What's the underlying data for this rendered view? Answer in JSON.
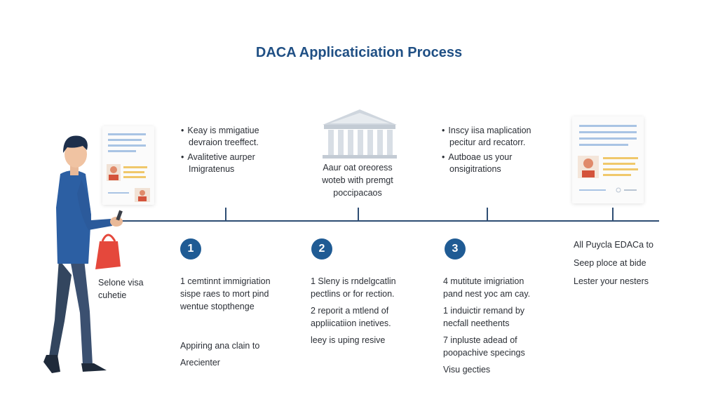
{
  "title": "DACA Applicaticiation Process",
  "top_left_bullets": [
    "Keay is mmigatiue",
    "devraion treeffect.",
    "Avalitetive aurper",
    "Imigratenus"
  ],
  "center_caption": [
    "Aaur oat oreoress",
    "woteb with premgt",
    "poccipacaos"
  ],
  "top_right_bullets": [
    "Inscy iisa maplication",
    "pecitur ard recatorr.",
    "Autboae us your",
    "onsigitrations"
  ],
  "steps": [
    {
      "number": "1",
      "lines_a": [
        "1 cemtinnt immigriation",
        "sispe raes to mort pind",
        "wentue stopthenge"
      ],
      "lines_b": [
        "Appiring ana clain to",
        "Arecienter"
      ]
    },
    {
      "number": "2",
      "lines_a": [
        "1 Sleny is rndelgcatlin",
        "pectlins or for rection."
      ],
      "lines_b": [
        "2 reporit a mtlend of",
        "appliicatiion inetives."
      ],
      "lines_c": [
        "leey is uping resive"
      ]
    },
    {
      "number": "3",
      "lines_a": [
        "4 mutitute imigriation",
        "pand nest yoc am cay."
      ],
      "lines_b": [
        "1 induictir remand by",
        "necfall neethents"
      ],
      "lines_c": [
        "7 inpluste adead of",
        "poopachive specings"
      ],
      "lines_d": [
        "Visu gecties"
      ]
    }
  ],
  "left_text": [
    "Selone visa",
    "cuhetie"
  ],
  "final_text": [
    "All Puycla EDACa to",
    "Seep ploce at bide",
    "Lester your nesters"
  ],
  "colors": {
    "title": "#1f4f84",
    "badge": "#1f5b94",
    "timeline": "#2e4d73"
  }
}
